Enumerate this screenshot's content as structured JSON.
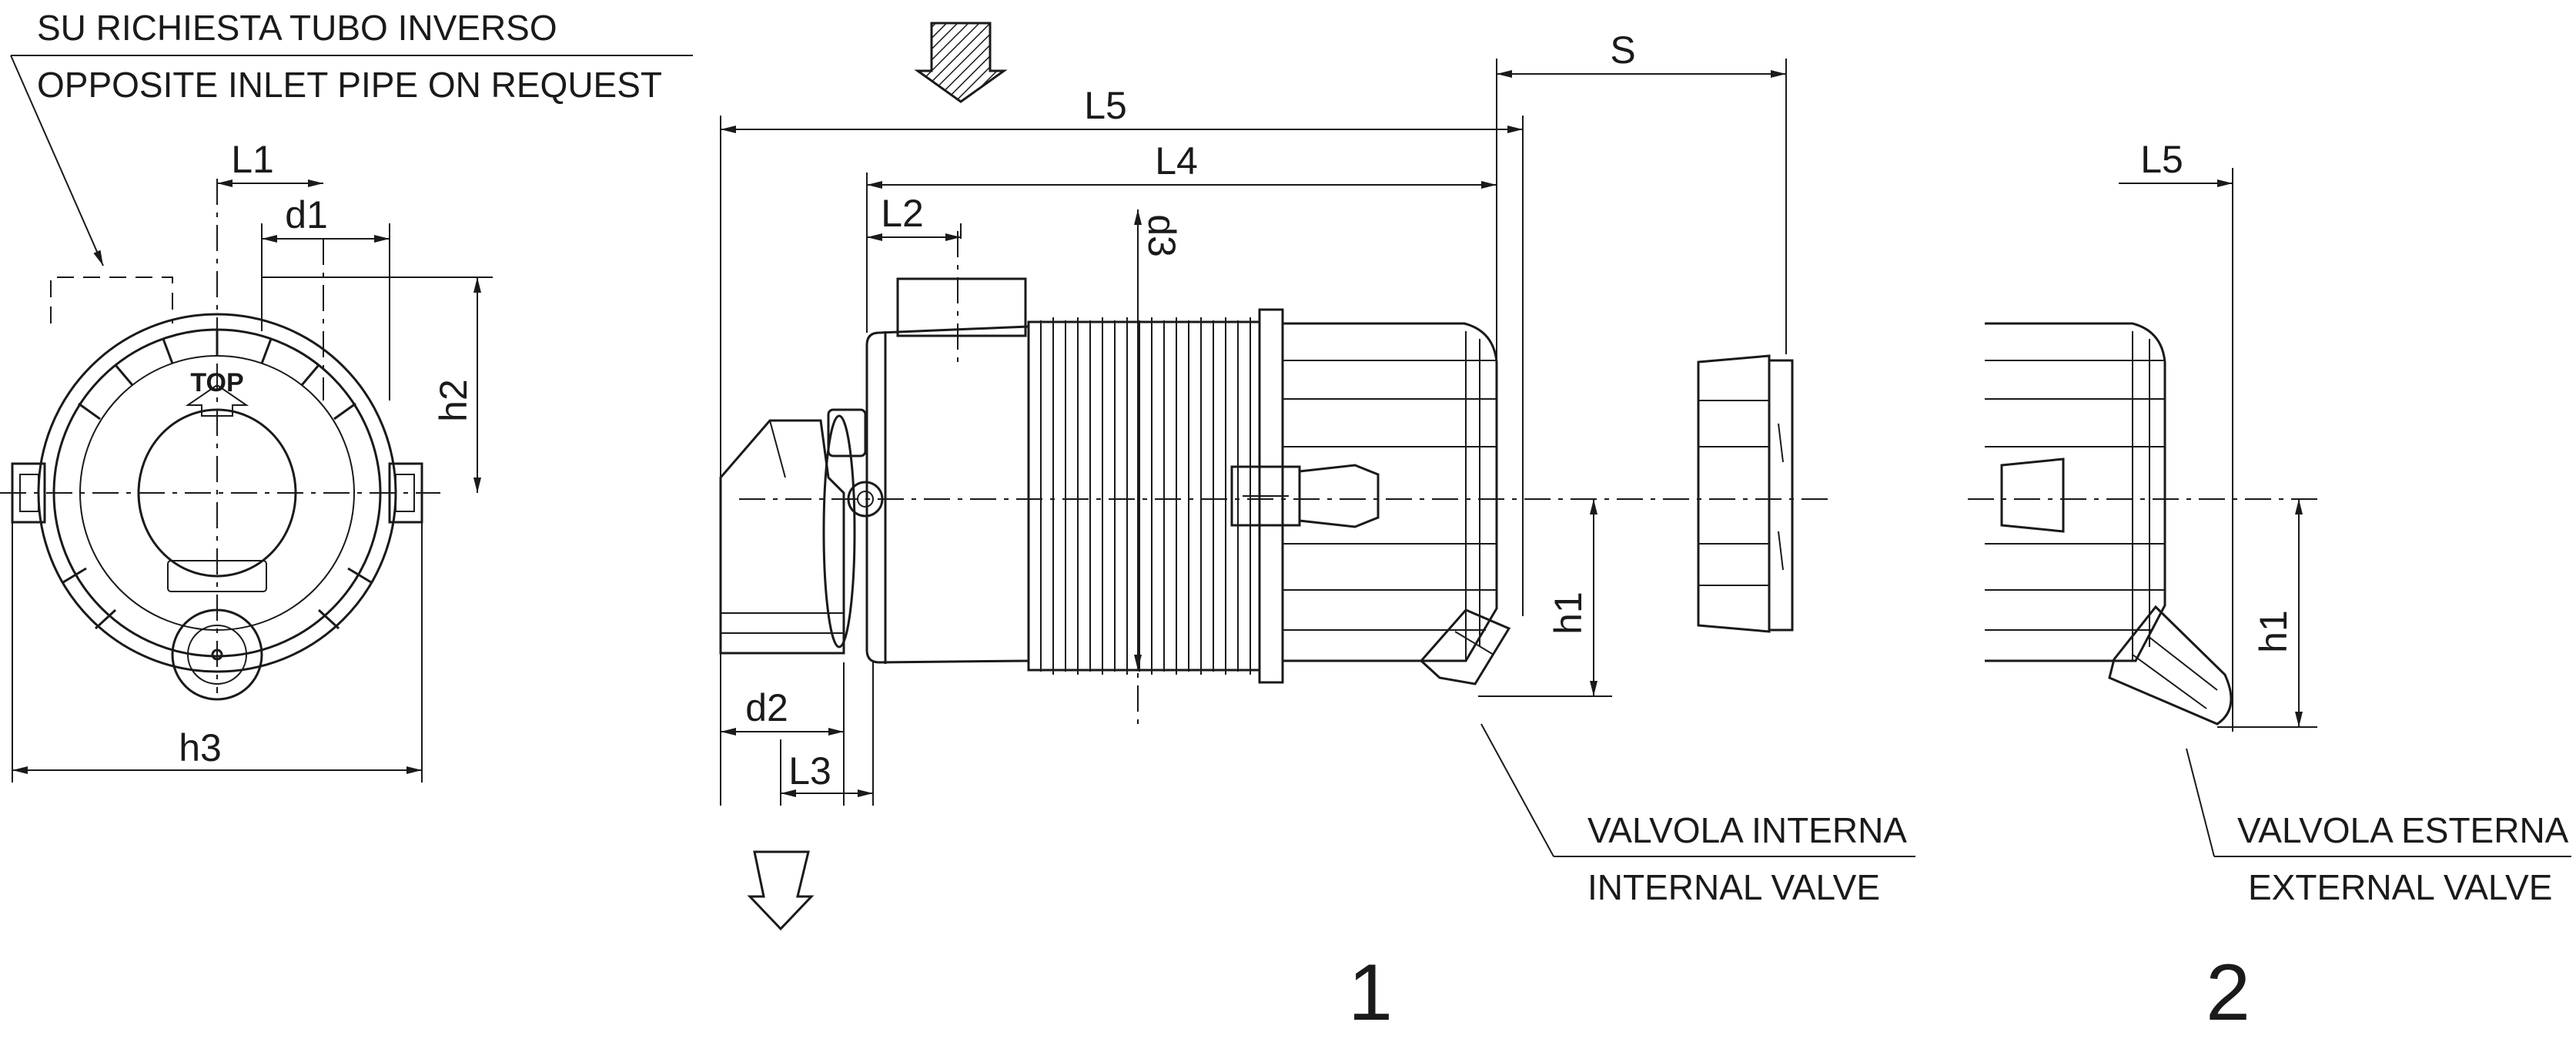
{
  "notes": {
    "opposite_it": "SU RICHIESTA TUBO INVERSO",
    "opposite_en": "OPPOSITE INLET PIPE ON REQUEST",
    "internal_it": "VALVOLA INTERNA",
    "internal_en": "INTERNAL VALVE",
    "external_it": "VALVOLA ESTERNA",
    "external_en": "EXTERNAL VALVE"
  },
  "front_view": {
    "L1": "L1",
    "d1": "d1",
    "h2": "h2",
    "h3": "h3",
    "cover_logo": "TOP"
  },
  "side_view": {
    "L5": "L5",
    "L4": "L4",
    "L2": "L2",
    "d3": "d3",
    "d2": "d2",
    "L3": "L3",
    "h1": "h1",
    "S": "S",
    "number": "1"
  },
  "variant_view": {
    "L5": "L5",
    "h1": "h1",
    "number": "2"
  }
}
